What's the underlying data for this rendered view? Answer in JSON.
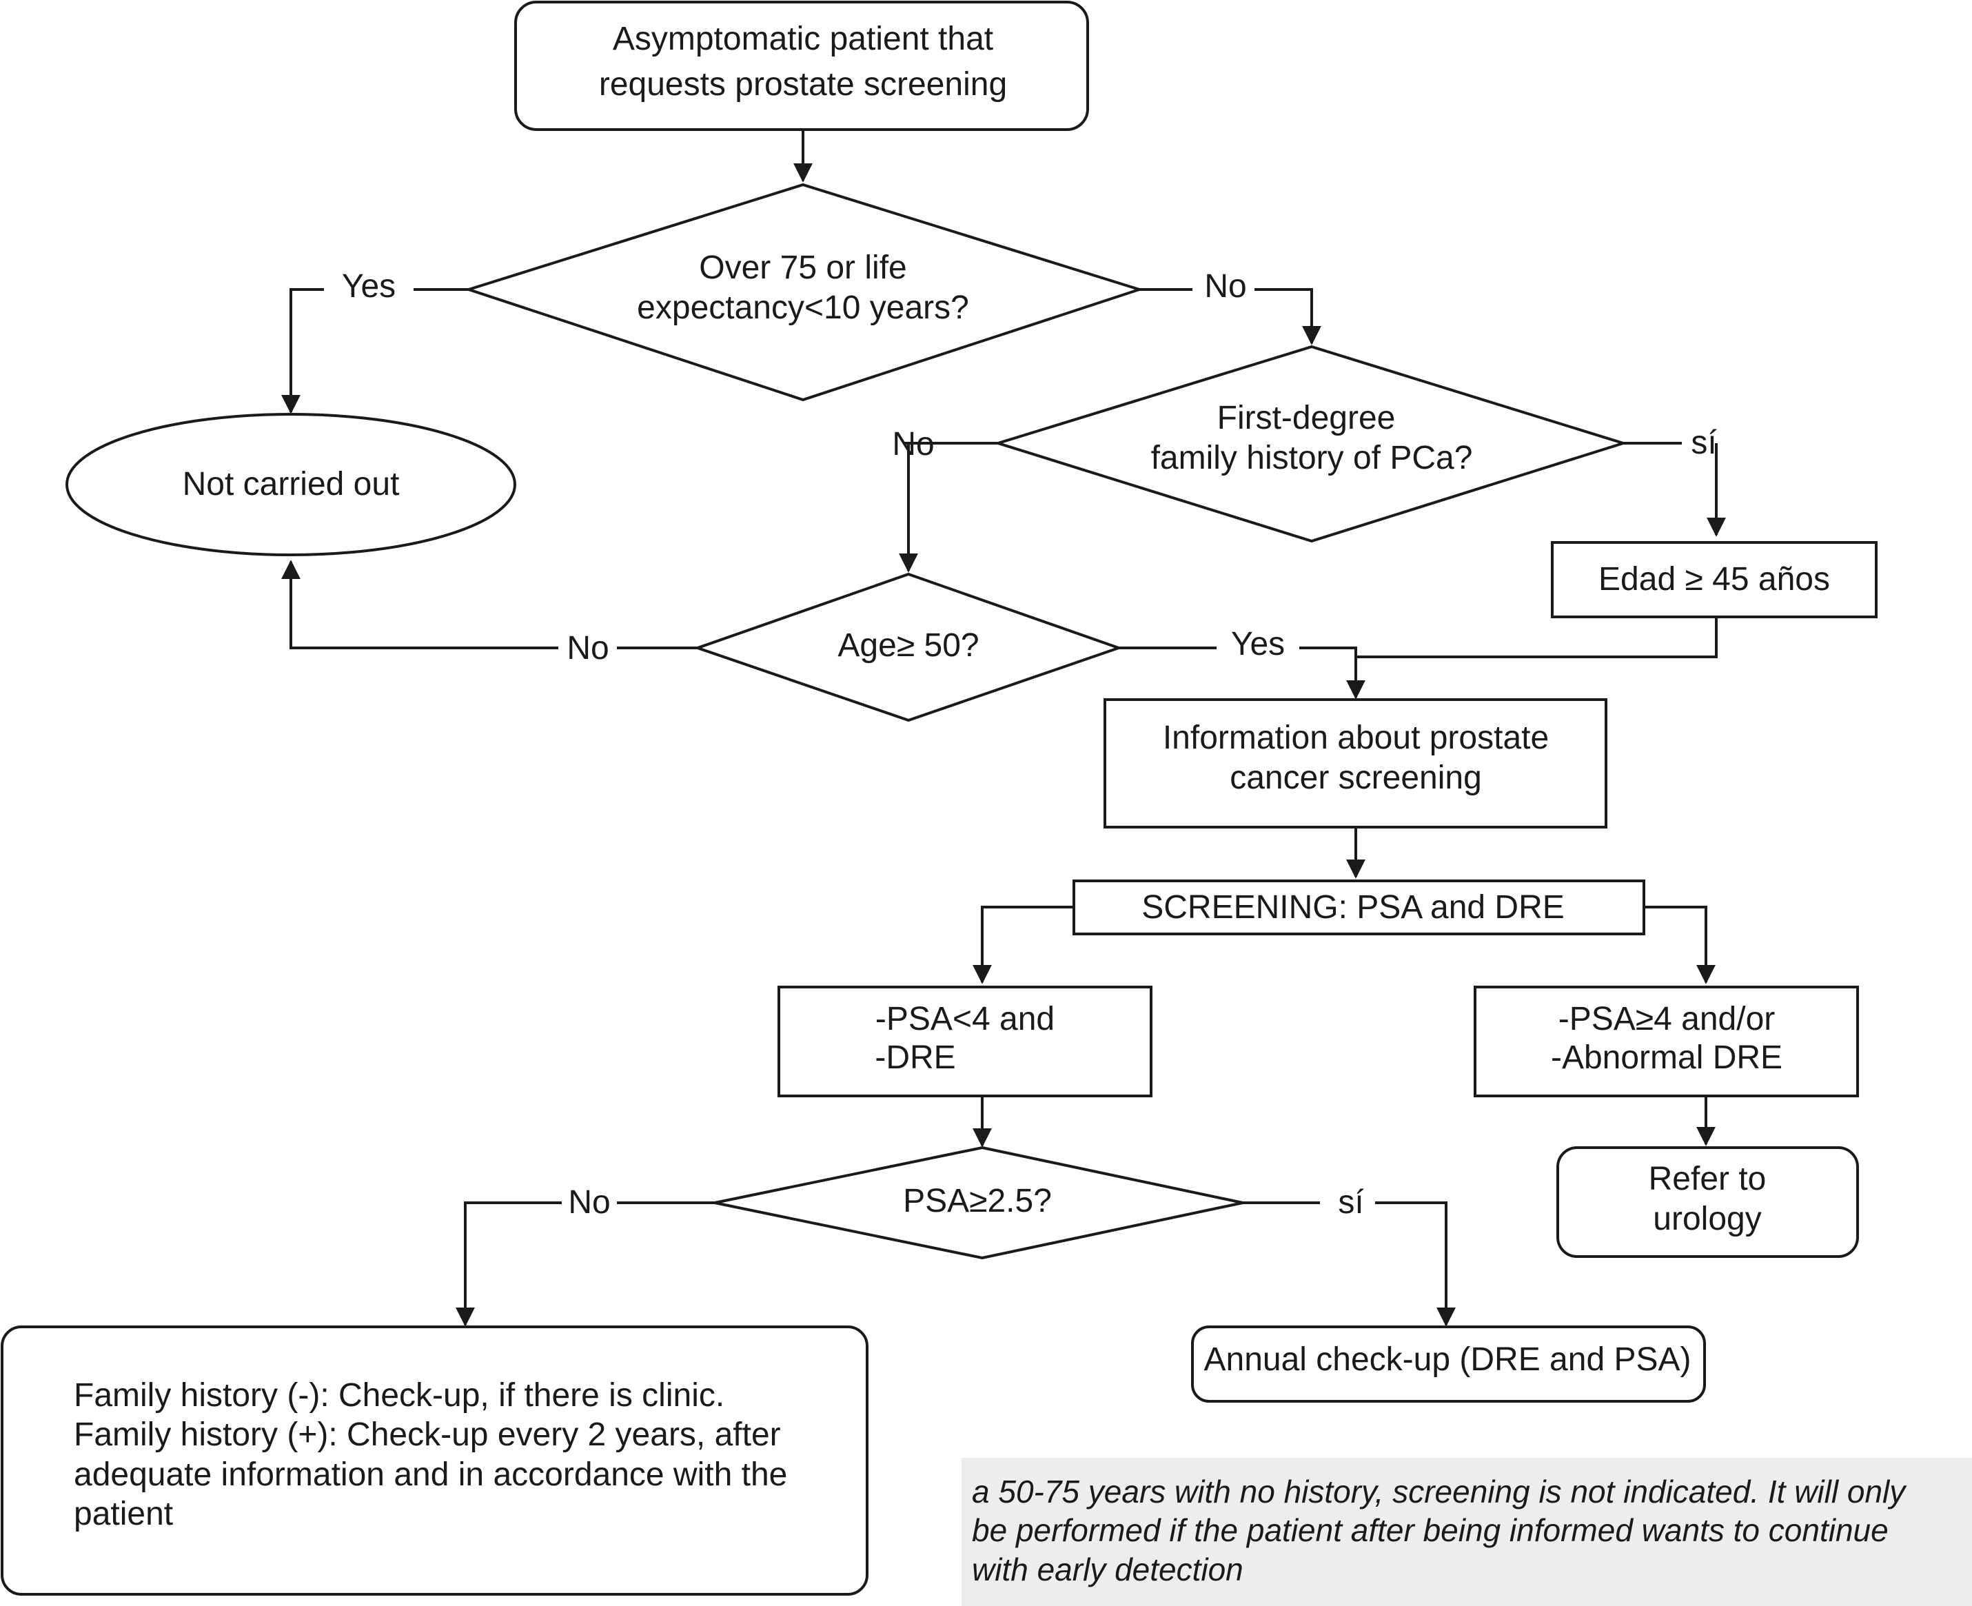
{
  "nodes": {
    "start": [
      "Asymptomatic patient that",
      "requests prostate screening"
    ],
    "over75": [
      "Over 75 or life",
      "expectancy<10 years?"
    ],
    "not_carried_out": [
      "Not carried out"
    ],
    "family_history": [
      "First-degree",
      "family history of PCa?"
    ],
    "edad": [
      "Edad ≥ 45 años"
    ],
    "age50": [
      "Age≥ 50?"
    ],
    "information": [
      "Information about prostate",
      "cancer screening"
    ],
    "screening": [
      "SCREENING: PSA and DRE"
    ],
    "psa_low": [
      "-PSA<4 and",
      "-DRE"
    ],
    "psa_high": [
      "-PSA≥4 and/or",
      "-Abnormal DRE"
    ],
    "refer": [
      "Refer to",
      "urology"
    ],
    "psa25": [
      "PSA≥2.5?"
    ],
    "annual": [
      "Annual check-up (DRE and PSA)"
    ],
    "family_result": [
      "Family history (-): Check-up, if there is clinic.",
      "Family history (+): Check-up every 2 years, after",
      "adequate information and in accordance with the",
      "patient"
    ]
  },
  "edge_labels": {
    "over75_yes": "Yes",
    "over75_no": "No",
    "family_no": "No",
    "family_yes": "sí",
    "age50_no": "No",
    "age50_yes": "Yes",
    "psa25_no": "No",
    "psa25_yes": "sí"
  },
  "footnote": [
    "a 50-75 years with no history, screening is not indicated. It will only",
    "be performed if the patient after being informed wants to continue",
    "with early detection"
  ]
}
